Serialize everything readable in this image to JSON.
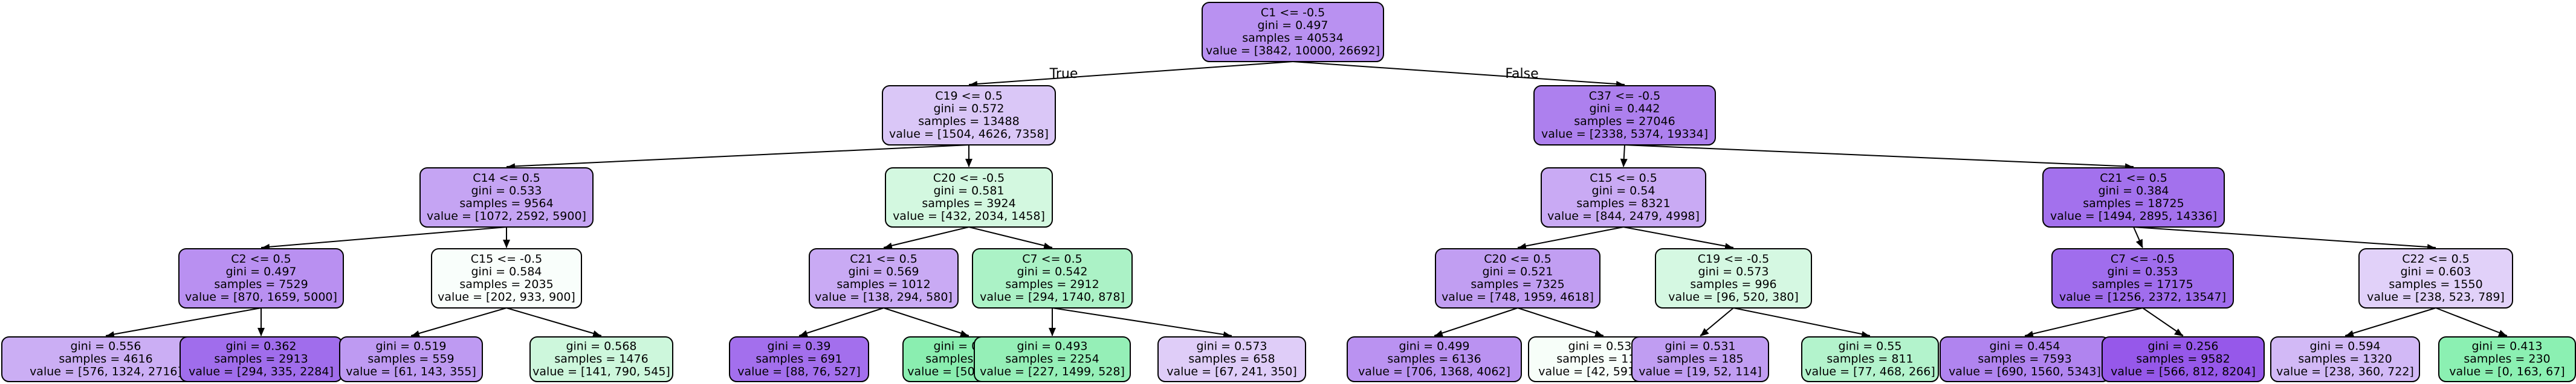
{
  "tree": {
    "edge_labels": {
      "true": "True",
      "false": "False"
    },
    "nodes": [
      {
        "id": "n0",
        "lines": [
          "C1 <= -0.5",
          "gini = 0.497",
          "samples = 40534",
          "value = [3842, 10000, 26692]"
        ],
        "fill": "#b991f1"
      },
      {
        "id": "n1",
        "lines": [
          "C19 <= 0.5",
          "gini = 0.572",
          "samples = 13488",
          "value = [1504, 4626, 7358]"
        ],
        "fill": "#dac7f7"
      },
      {
        "id": "n2",
        "lines": [
          "C37 <= -0.5",
          "gini = 0.442",
          "samples = 27046",
          "value = [2338, 5374, 19334]"
        ],
        "fill": "#ad80ee"
      },
      {
        "id": "n3",
        "lines": [
          "C14 <= 0.5",
          "gini = 0.533",
          "samples = 9564",
          "value = [1072, 2592, 5900]"
        ],
        "fill": "#c5a4f3"
      },
      {
        "id": "n4",
        "lines": [
          "C20 <= -0.5",
          "gini = 0.581",
          "samples = 3924",
          "value = [432, 2034, 1458]"
        ],
        "fill": "#d3f8e0"
      },
      {
        "id": "n5",
        "lines": [
          "C15 <= 0.5",
          "gini = 0.54",
          "samples = 8321",
          "value = [844, 2479, 4998]"
        ],
        "fill": "#c9aaf4"
      },
      {
        "id": "n6",
        "lines": [
          "C21 <= 0.5",
          "gini = 0.384",
          "samples = 18725",
          "value = [1494, 2895, 14336]"
        ],
        "fill": "#a371ed"
      },
      {
        "id": "n7",
        "lines": [
          "C2 <= 0.5",
          "gini = 0.497",
          "samples = 7529",
          "value = [870, 1659, 5000]"
        ],
        "fill": "#b990f1"
      },
      {
        "id": "n8",
        "lines": [
          "C15 <= -0.5",
          "gini = 0.584",
          "samples = 2035",
          "value = [202, 933, 900]"
        ],
        "fill": "#f9fefb"
      },
      {
        "id": "n9",
        "lines": [
          "C21 <= 0.5",
          "gini = 0.569",
          "samples = 1012",
          "value = [138, 294, 580]"
        ],
        "fill": "#c9aaf4"
      },
      {
        "id": "n10",
        "lines": [
          "C7 <= 0.5",
          "gini = 0.542",
          "samples = 2912",
          "value = [294, 1740, 878]"
        ],
        "fill": "#abf2c6"
      },
      {
        "id": "n11",
        "lines": [
          "C20 <= 0.5",
          "gini = 0.521",
          "samples = 7325",
          "value = [748, 1959, 4618]"
        ],
        "fill": "#c19ef2"
      },
      {
        "id": "n12",
        "lines": [
          "C19 <= -0.5",
          "gini = 0.573",
          "samples = 996",
          "value = [96, 520, 380]"
        ],
        "fill": "#d5f8e2"
      },
      {
        "id": "n13",
        "lines": [
          "C7 <= -0.5",
          "gini = 0.353",
          "samples = 17175",
          "value = [1256, 2372, 13547]"
        ],
        "fill": "#a06ded"
      },
      {
        "id": "n14",
        "lines": [
          "C22 <= 0.5",
          "gini = 0.603",
          "samples = 1550",
          "value = [238, 523, 789]"
        ],
        "fill": "#e1d1f9"
      },
      {
        "id": "n15",
        "lines": [
          "gini = 0.556",
          "samples = 4616",
          "value = [576, 1324, 2716]"
        ],
        "fill": "#cbaef4"
      },
      {
        "id": "n16",
        "lines": [
          "gini = 0.362",
          "samples = 2913",
          "value = [294, 335, 2284]"
        ],
        "fill": "#a06dec"
      },
      {
        "id": "n17",
        "lines": [
          "gini = 0.519",
          "samples = 559",
          "value = [61, 143, 355]"
        ],
        "fill": "#be9af2"
      },
      {
        "id": "n18",
        "lines": [
          "gini = 0.568",
          "samples = 1476",
          "value = [141, 790, 545]"
        ],
        "fill": "#cdf7dc"
      },
      {
        "id": "n19",
        "lines": [
          "gini = 0.39",
          "samples = 691",
          "value = [88, 76, 527]"
        ],
        "fill": "#a36fed"
      },
      {
        "id": "n20",
        "lines": [
          "gini = 0.487",
          "samples = 321",
          "value = [50, 218, 53]"
        ],
        "fill": "#8aeeb0"
      },
      {
        "id": "n21",
        "lines": [
          "gini = 0.493",
          "samples = 2254",
          "value = [227, 1499, 528]"
        ],
        "fill": "#95efb7"
      },
      {
        "id": "n22",
        "lines": [
          "gini = 0.573",
          "samples = 658",
          "value = [67, 241, 350]"
        ],
        "fill": "#dfcdf8"
      },
      {
        "id": "n23",
        "lines": [
          "gini = 0.499",
          "samples = 6136",
          "value = [706, 1368, 4062]"
        ],
        "fill": "#ba92f1"
      },
      {
        "id": "n24",
        "lines": [
          "gini = 0.533",
          "samples = 1189",
          "value = [42, 591, 556]"
        ],
        "fill": "#f7fef9"
      },
      {
        "id": "n25",
        "lines": [
          "gini = 0.531",
          "samples = 185",
          "value = [19, 52, 114]"
        ],
        "fill": "#c09df2"
      },
      {
        "id": "n26",
        "lines": [
          "gini = 0.55",
          "samples = 811",
          "value = [77, 468, 266]"
        ],
        "fill": "#b3f3cc"
      },
      {
        "id": "n27",
        "lines": [
          "gini = 0.454",
          "samples = 7593",
          "value = [690, 1560, 5343]"
        ],
        "fill": "#b084ef"
      },
      {
        "id": "n28",
        "lines": [
          "gini = 0.256",
          "samples = 9582",
          "value = [566, 812, 8204]"
        ],
        "fill": "#9658ea"
      },
      {
        "id": "n29",
        "lines": [
          "gini = 0.594",
          "samples = 1320",
          "value = [238, 360, 722]"
        ],
        "fill": "#d2b9f6"
      },
      {
        "id": "n30",
        "lines": [
          "gini = 0.413",
          "samples = 230",
          "value = [0, 163, 67]"
        ],
        "fill": "#8bf0b2"
      }
    ],
    "edges": [
      [
        "n0",
        "n1"
      ],
      [
        "n0",
        "n2"
      ],
      [
        "n1",
        "n3"
      ],
      [
        "n1",
        "n4"
      ],
      [
        "n2",
        "n5"
      ],
      [
        "n2",
        "n6"
      ],
      [
        "n3",
        "n7"
      ],
      [
        "n3",
        "n8"
      ],
      [
        "n4",
        "n9"
      ],
      [
        "n4",
        "n10"
      ],
      [
        "n5",
        "n11"
      ],
      [
        "n5",
        "n12"
      ],
      [
        "n6",
        "n13"
      ],
      [
        "n6",
        "n14"
      ],
      [
        "n7",
        "n15"
      ],
      [
        "n7",
        "n16"
      ],
      [
        "n8",
        "n17"
      ],
      [
        "n8",
        "n18"
      ],
      [
        "n9",
        "n19"
      ],
      [
        "n9",
        "n20"
      ],
      [
        "n10",
        "n21"
      ],
      [
        "n10",
        "n22"
      ],
      [
        "n11",
        "n23"
      ],
      [
        "n11",
        "n24"
      ],
      [
        "n12",
        "n25"
      ],
      [
        "n12",
        "n26"
      ],
      [
        "n13",
        "n27"
      ],
      [
        "n13",
        "n28"
      ],
      [
        "n14",
        "n29"
      ],
      [
        "n14",
        "n30"
      ]
    ]
  }
}
